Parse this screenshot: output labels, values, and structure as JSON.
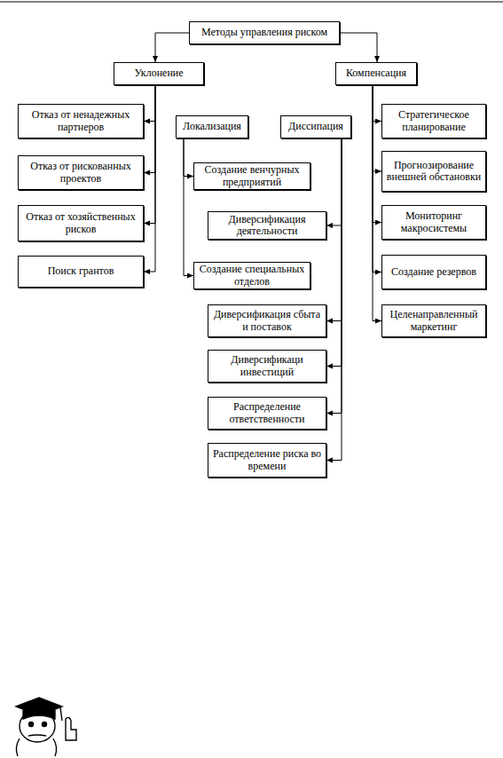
{
  "diagram": {
    "nodes": [
      {
        "text": [
          "Методы управления риском"
        ]
      },
      {
        "text": [
          "Уклонение"
        ]
      },
      {
        "text": [
          "Компенсация"
        ]
      },
      {
        "text": [
          "Отказ от ненадежных партнеров"
        ]
      },
      {
        "text": [
          "Отказ от рискованных проектов"
        ]
      },
      {
        "text": [
          "Отказ от хозяйственных рисков"
        ]
      },
      {
        "text": [
          "Поиск грантов"
        ]
      },
      {
        "text": [
          "Локализация"
        ]
      },
      {
        "text": [
          "Диссипация"
        ]
      },
      {
        "text": [
          "Создание венчурных предприятий"
        ]
      },
      {
        "text": [
          "Диверсификация деятельности"
        ]
      },
      {
        "text": [
          "Создание специальных отделов"
        ]
      },
      {
        "text": [
          "Диверсификация сбыта и поставок"
        ]
      },
      {
        "text": [
          "Диверсификаци инвестиций"
        ]
      },
      {
        "text": [
          "Распределение ответственности"
        ]
      },
      {
        "text": [
          "Распределение риска во времени"
        ]
      },
      {
        "text": [
          "Стратегическое планирование"
        ]
      },
      {
        "text": [
          "Прогнозирование внешней обстановки"
        ]
      },
      {
        "text": [
          "Мониторинг макросистемы"
        ]
      },
      {
        "text": [
          "Создание резервов"
        ]
      },
      {
        "text": [
          "Целенаправленный маркетинг"
        ]
      }
    ],
    "edges": [
      {
        "from": 0,
        "to": 1,
        "arrow": "to"
      },
      {
        "from": 0,
        "to": 2,
        "arrow": "to"
      },
      {
        "from": 1,
        "to": 3,
        "arrow": "to"
      },
      {
        "from": 1,
        "to": 4,
        "arrow": "to"
      },
      {
        "from": 1,
        "to": 5,
        "arrow": "to"
      },
      {
        "from": 1,
        "to": 6,
        "arrow": "to"
      },
      {
        "from": 7,
        "to": 9,
        "arrow": "to"
      },
      {
        "from": 7,
        "to": 11,
        "arrow": "to"
      },
      {
        "from": 8,
        "to": 10,
        "arrow": "to"
      },
      {
        "from": 8,
        "to": 12,
        "arrow": "to"
      },
      {
        "from": 8,
        "to": 13,
        "arrow": "to"
      },
      {
        "from": 8,
        "to": 14,
        "arrow": "to"
      },
      {
        "from": 8,
        "to": 15,
        "arrow": "to"
      },
      {
        "from": 2,
        "to": 16,
        "arrow": "to"
      },
      {
        "from": 2,
        "to": 17,
        "arrow": "to"
      },
      {
        "from": 2,
        "to": 18,
        "arrow": "to"
      },
      {
        "from": 2,
        "to": 19,
        "arrow": "to"
      },
      {
        "from": 2,
        "to": 20,
        "arrow": "to"
      }
    ]
  }
}
